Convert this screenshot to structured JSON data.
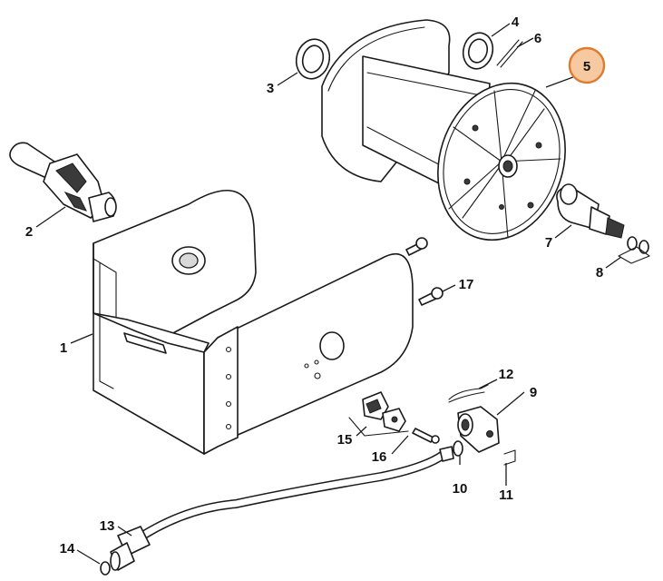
{
  "diagram": {
    "callouts": [
      {
        "id": "1",
        "label": "1"
      },
      {
        "id": "2",
        "label": "2"
      },
      {
        "id": "3",
        "label": "3"
      },
      {
        "id": "4",
        "label": "4"
      },
      {
        "id": "5",
        "label": "5",
        "highlighted": true
      },
      {
        "id": "6",
        "label": "6"
      },
      {
        "id": "7",
        "label": "7"
      },
      {
        "id": "8",
        "label": "8"
      },
      {
        "id": "9",
        "label": "9"
      },
      {
        "id": "10",
        "label": "10"
      },
      {
        "id": "11",
        "label": "11"
      },
      {
        "id": "12",
        "label": "12"
      },
      {
        "id": "13",
        "label": "13"
      },
      {
        "id": "14",
        "label": "14"
      },
      {
        "id": "15",
        "label": "15"
      },
      {
        "id": "16",
        "label": "16"
      },
      {
        "id": "17",
        "label": "17"
      }
    ],
    "colors": {
      "highlight_fill": "#f6c9a0",
      "highlight_stroke": "#e07a2e",
      "line": "#1a1a1a"
    }
  }
}
